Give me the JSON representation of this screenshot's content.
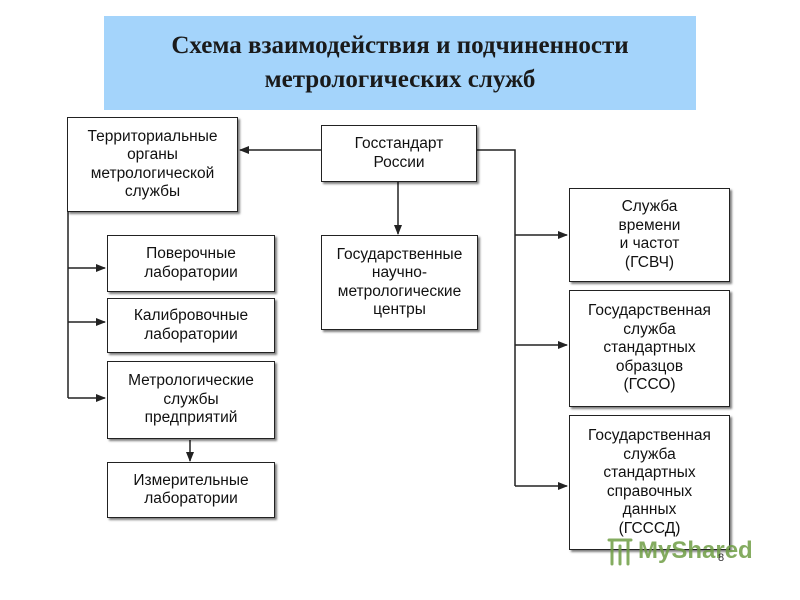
{
  "title": {
    "line1": "Схема взаимодействия и подчиненности",
    "line2": "метрологических служб"
  },
  "nodes": {
    "gosstandart": [
      "Госстандарт",
      "России"
    ],
    "territorial": [
      "Территориальные",
      "органы",
      "метрологической",
      "службы"
    ],
    "research_centers": [
      "Государственные",
      "научно-",
      "метрологические",
      "центры"
    ],
    "verification_labs": [
      "Поверочные",
      "лаборатории"
    ],
    "calibration_labs": [
      "Калибровочные",
      "лаборатории"
    ],
    "enterprise_services": [
      "Метрологические",
      "службы",
      "предприятий"
    ],
    "measurement_labs": [
      "Измерительные",
      "лаборатории"
    ],
    "time_frequency": [
      "Служба",
      "времени",
      "и частот",
      "(ГСВЧ)"
    ],
    "standard_samples": [
      "Государственная",
      "служба",
      "стандартных",
      "образцов",
      "(ГССО)"
    ],
    "reference_data": [
      "Государственная",
      "служба",
      "стандартных",
      "справочных",
      "данных",
      "(ГСССД)"
    ]
  },
  "page_number": "8",
  "watermark": "MyShared",
  "colors": {
    "banner": "#a4d4fb",
    "border": "#222222",
    "watermark": "#6f9e45"
  }
}
